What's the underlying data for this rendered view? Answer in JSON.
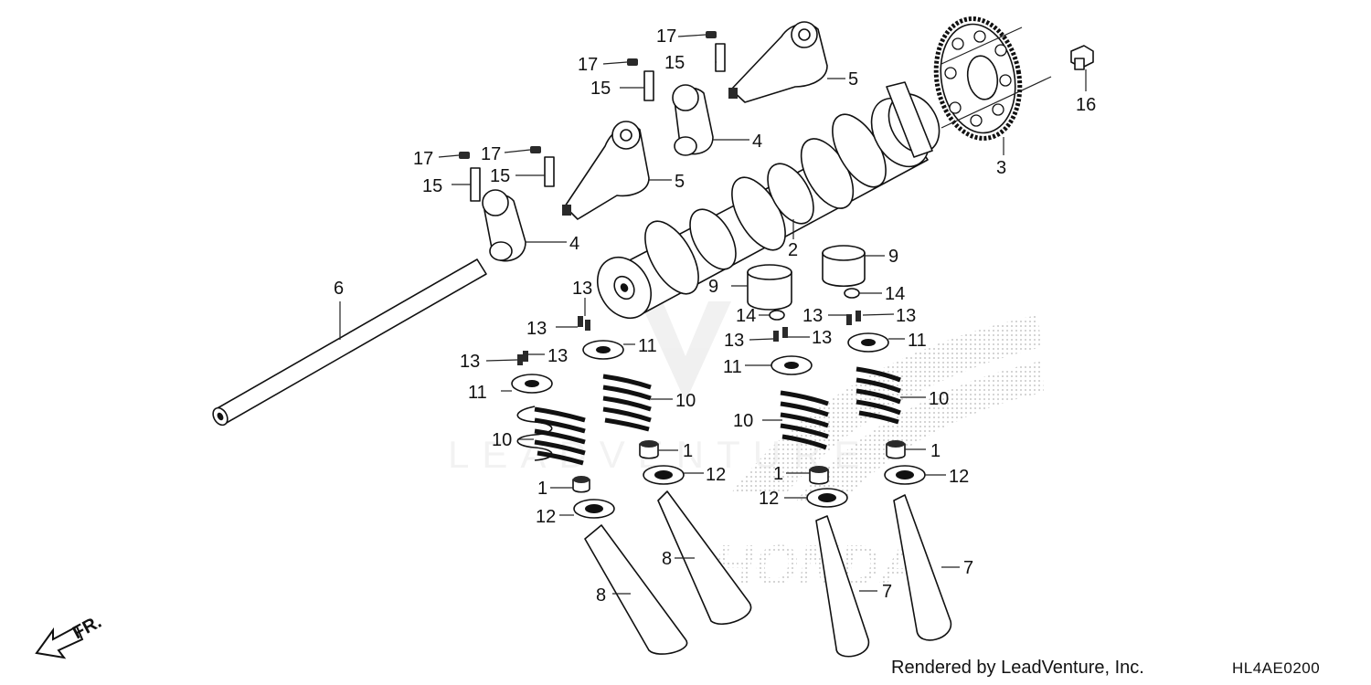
{
  "parts": {
    "p1": "1",
    "p2": "2",
    "p3": "3",
    "p4": "4",
    "p5": "5",
    "p6": "6",
    "p7": "7",
    "p8": "8",
    "p9": "9",
    "p10": "10",
    "p11": "11",
    "p12": "12",
    "p13": "13",
    "p14": "14",
    "p15": "15",
    "p16": "16",
    "p17": "17"
  },
  "direction_label": "FR.",
  "watermark_text": "LEADVENTURE",
  "brand_watermark": "HONDA",
  "credit": "Rendered by LeadVenture, Inc.",
  "diagram_code": "HL4AE0200"
}
